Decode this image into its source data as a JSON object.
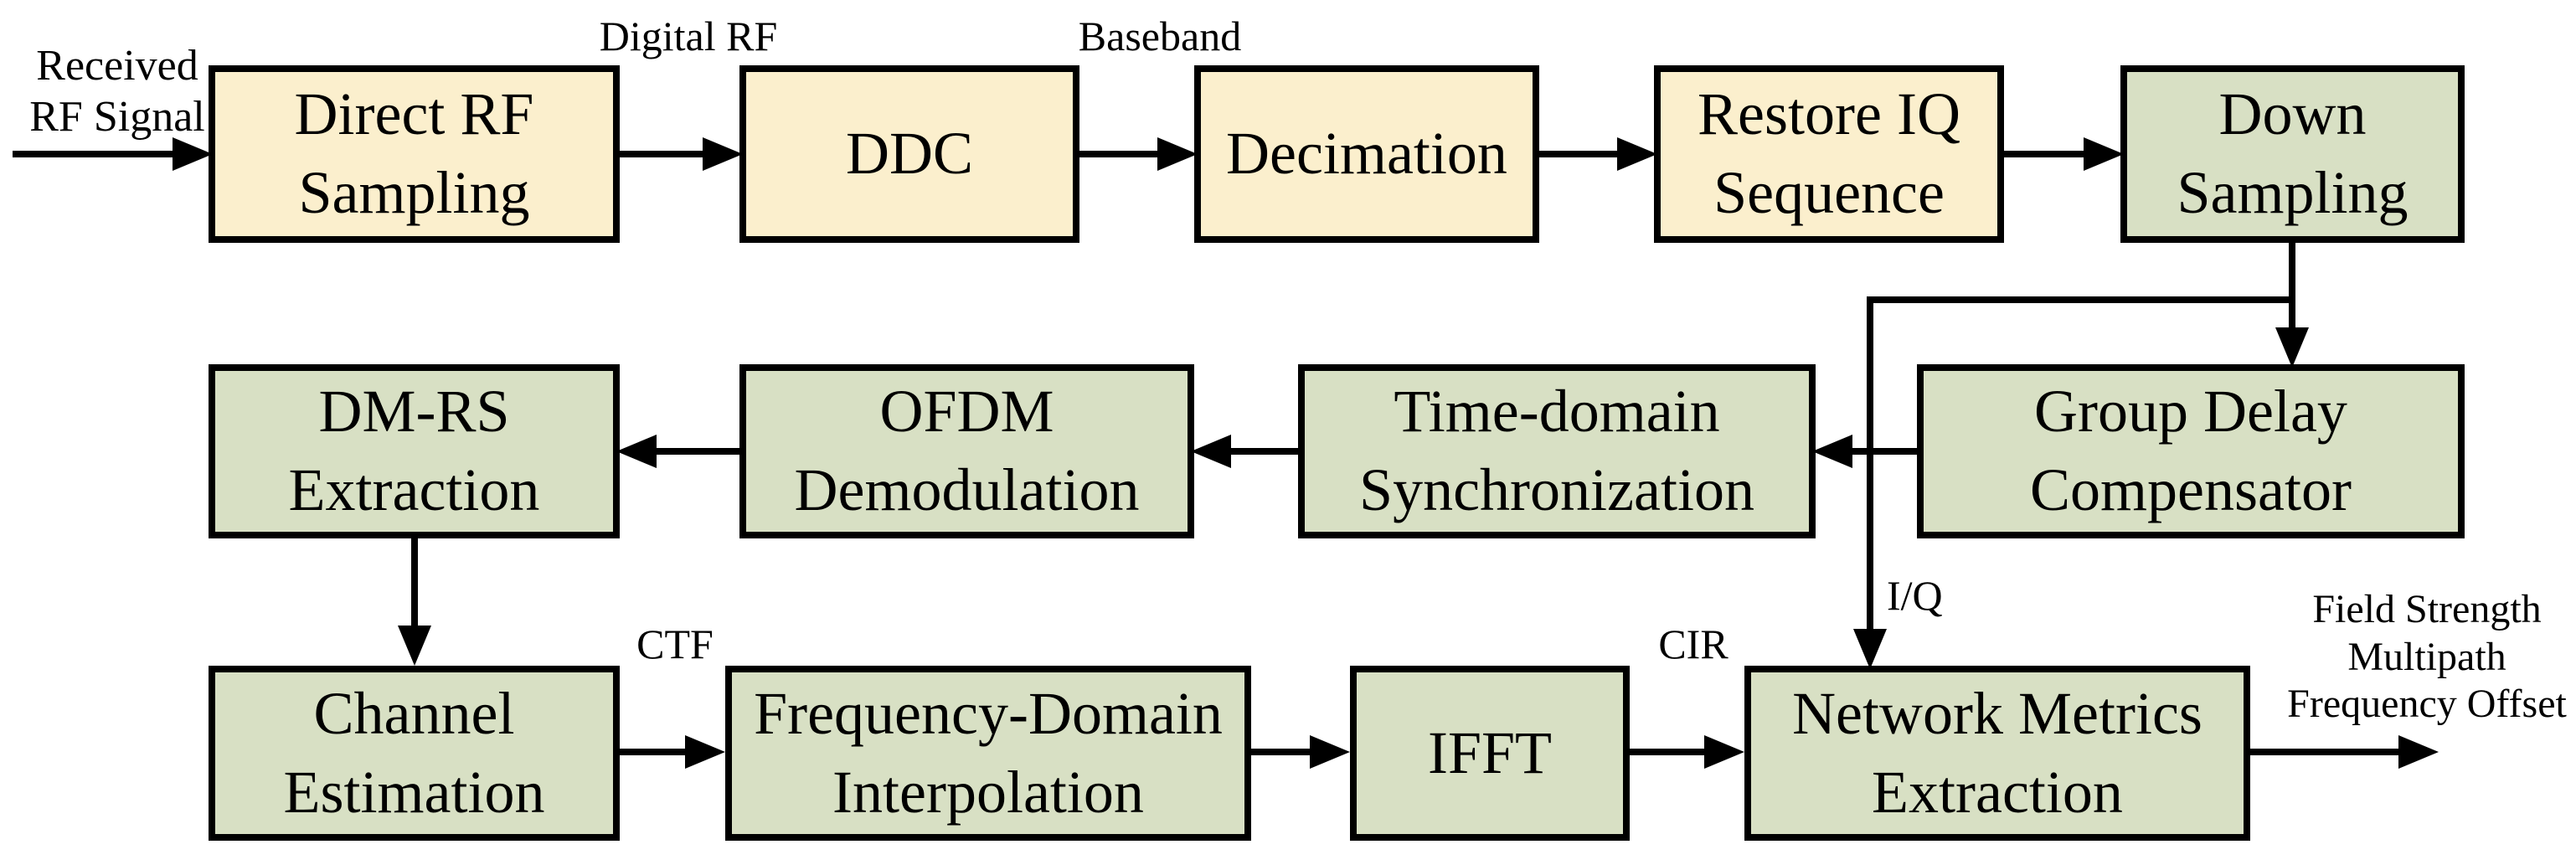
{
  "diagram": {
    "colors": {
      "stage_fill_yellow": "#FBEFCD",
      "stage_fill_green": "#D8E0C4",
      "line_color": "#000000",
      "background": "#FFFFFF"
    },
    "input": {
      "lines": [
        "Received",
        "RF Signal"
      ]
    },
    "signal_labels": {
      "digital_rf": "Digital RF",
      "baseband": "Baseband",
      "ctf": "CTF",
      "cir": "CIR",
      "iq": "I/Q"
    },
    "outputs": {
      "lines": [
        "Field Strength",
        "Multipath",
        "Frequency Offset"
      ]
    },
    "blocks": [
      {
        "id": "direct-rf-sampling",
        "lines": [
          "Direct RF",
          "Sampling"
        ]
      },
      {
        "id": "ddc",
        "lines": [
          "DDC"
        ]
      },
      {
        "id": "decimation",
        "lines": [
          "Decimation"
        ]
      },
      {
        "id": "restore-iq-sequence",
        "lines": [
          "Restore IQ",
          "Sequence"
        ]
      },
      {
        "id": "down-sampling",
        "lines": [
          "Down",
          "Sampling"
        ]
      },
      {
        "id": "group-delay-compensator",
        "lines": [
          "Group Delay",
          "Compensator"
        ]
      },
      {
        "id": "time-domain-synchronization",
        "lines": [
          "Time-domain",
          "Synchronization"
        ]
      },
      {
        "id": "ofdm-demodulation",
        "lines": [
          "OFDM",
          "Demodulation"
        ]
      },
      {
        "id": "dm-rs-extraction",
        "lines": [
          "DM-RS",
          "Extraction"
        ]
      },
      {
        "id": "channel-estimation",
        "lines": [
          "Channel",
          "Estimation"
        ]
      },
      {
        "id": "frequency-domain-interpolation",
        "lines": [
          "Frequency-Domain",
          "Interpolation"
        ]
      },
      {
        "id": "ifft",
        "lines": [
          "IFFT"
        ]
      },
      {
        "id": "network-metrics-extraction",
        "lines": [
          "Network Metrics",
          "Extraction"
        ]
      }
    ]
  }
}
